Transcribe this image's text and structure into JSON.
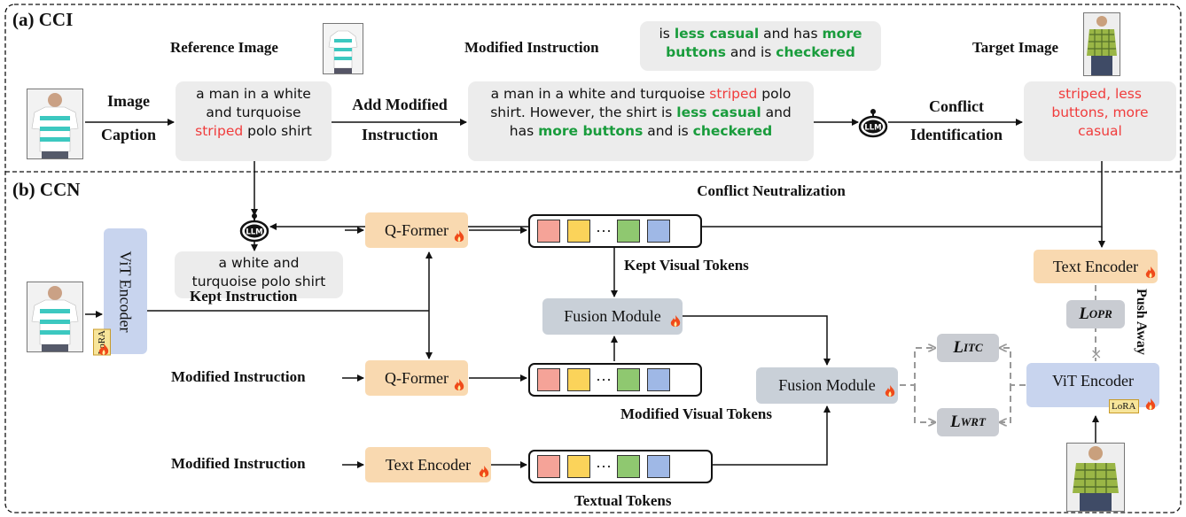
{
  "sections": {
    "cci": "(a) CCI",
    "ccn": "(b) CCN"
  },
  "cci": {
    "reference_image_label": "Reference Image",
    "modified_instruction_label": "Modified Instruction",
    "target_image_label": "Target Image",
    "modified_instruction_text": {
      "p1": "is ",
      "p2": "less casual",
      "p3": " and has ",
      "p4": "more",
      "p5": "buttons",
      "p6": " and is ",
      "p7": "checkered"
    },
    "image_caption_label_1": "Image",
    "image_caption_label_2": "Caption",
    "caption_text": {
      "l1": "a man in a white",
      "l2": "and turquoise",
      "l3a": "striped",
      "l3b": " polo shirt"
    },
    "add_modified_label_1": "Add Modified",
    "add_modified_label_2": "Instruction",
    "combined_text": {
      "l1a": "a man in a white and turquoise ",
      "l1b": "striped",
      "l1c": " polo",
      "l2a": "shirt. However, the shirt is ",
      "l2b": "less casual",
      "l2c": " and",
      "l3a": "has ",
      "l3b": "more buttons",
      "l3c": " and is ",
      "l3d": "checkered"
    },
    "llm_icon_label": "LLM",
    "conflict_label_1": "Conflict",
    "conflict_label_2": "Identification",
    "conflict_text": {
      "l1": "striped, less",
      "l2": "buttons, more",
      "l3": "casual"
    }
  },
  "ccn": {
    "conflict_neutralization_label": "Conflict Neutralization",
    "kept_text": {
      "l1": "a white and",
      "l2": "turquoise polo shirt"
    },
    "kept_instruction_label": "Kept Instruction",
    "vit_encoder_label": "ViT Encoder",
    "lora_label": "LoRA",
    "qformer_label": "Q-Former",
    "kept_visual_tokens_label": "Kept Visual Tokens",
    "fusion_module_label": "Fusion Module",
    "modified_instruction_label": "Modified Instruction",
    "modified_visual_tokens_label": "Modified Visual Tokens",
    "text_encoder_label": "Text Encoder",
    "textual_tokens_label": "Textual Tokens",
    "token_ellipsis": "···",
    "loss_itc": "ITC",
    "loss_wrt": "WRT",
    "loss_opr": "OPR",
    "loss_symbol": "L",
    "push_away_label": "Push Away"
  },
  "colors": {
    "red": "#f03c3c",
    "green": "#199c3c",
    "orange_box": "#f9d9b0",
    "blue_box": "#c8d4ee",
    "fusion_box": "#c9d0d8",
    "gray_box": "#ececec"
  }
}
